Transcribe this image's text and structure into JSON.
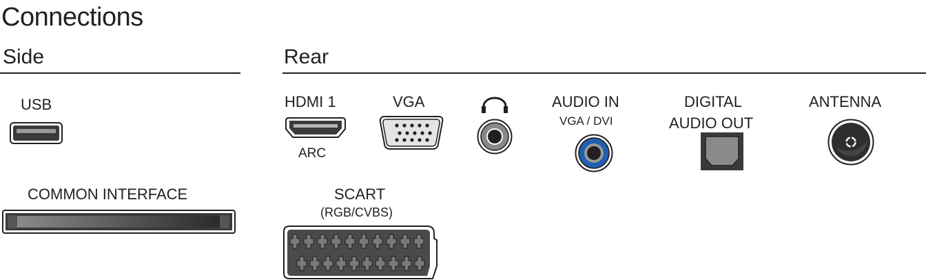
{
  "title": "Connections",
  "sections": {
    "side": "Side",
    "rear": "Rear"
  },
  "ports": {
    "usb": {
      "label": "USB"
    },
    "common_interface": {
      "label": "COMMON INTERFACE"
    },
    "hdmi1": {
      "label": "HDMI 1",
      "sublabel": "ARC"
    },
    "vga": {
      "label": "VGA"
    },
    "headphone": {
      "icon": "headphones-icon"
    },
    "audio_in": {
      "label": "AUDIO IN",
      "sublabel": "VGA / DVI",
      "accent": "#1f5fae"
    },
    "digital_audio_out": {
      "label_line1": "DIGITAL",
      "label_line2": "AUDIO OUT"
    },
    "antenna": {
      "label": "ANTENNA"
    },
    "scart": {
      "label": "SCART",
      "sublabel": "(RGB/CVBS)"
    }
  }
}
